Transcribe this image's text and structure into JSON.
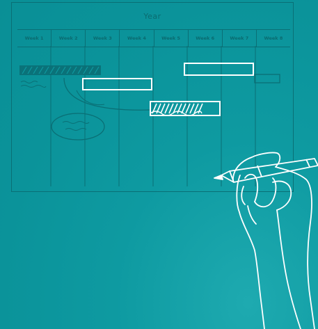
{
  "sheet": {
    "title": "Year",
    "weeks": [
      "Week 1",
      "Week 2",
      "Week 3",
      "Week 4",
      "Week 5",
      "Week 6",
      "Week 7",
      "Week 8"
    ]
  },
  "colors": {
    "background": "#0e9aa1",
    "sketch_line": "#0a6f75",
    "highlight": "#ffffff"
  },
  "icons": [
    "hand-icon",
    "pen-icon"
  ]
}
